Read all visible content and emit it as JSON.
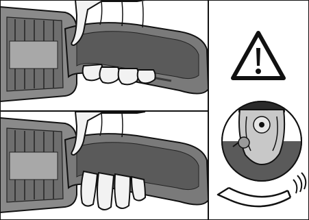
{
  "figure": {
    "panels": [
      {
        "name": "grip-correct-panel",
        "hand_position": "fingers-curled-around-handle"
      },
      {
        "name": "grip-incorrect-panel",
        "hand_position": "fingers-extended-below-handle"
      },
      {
        "name": "warning-rotation-panel",
        "icon": "warning-triangle-icon",
        "secondary_icon": "rotation-arrow-icon"
      }
    ],
    "colors": {
      "background": "#ffffff",
      "line": "#111111",
      "tool_body": "#7a7a7a",
      "tool_dark": "#3d3d3d",
      "tool_light": "#b5b5b5",
      "skin": "#f2f2f2",
      "disc_dark": "#5a5a5a",
      "disc_light": "#d9d9d9"
    }
  }
}
